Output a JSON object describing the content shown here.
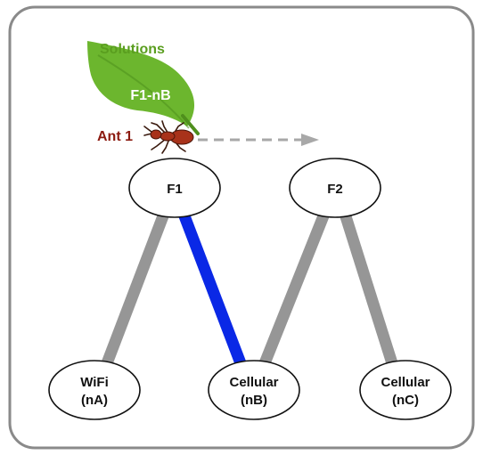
{
  "colors": {
    "frame_stroke": "#8a8a8a",
    "node_fill": "#ffffff",
    "node_stroke": "#111111",
    "link_gray": "#969696",
    "link_active": "#0a28e6",
    "leaf_green": "#6cb62e",
    "leaf_dark": "#4f8f1d",
    "solutions_text": "#5a9e1f",
    "ant_label": "#8b1a10",
    "arrow_dashed": "#a8a8a8",
    "ant_body": "#a8321a"
  },
  "labels": {
    "solutions": "Solutions",
    "leaf_text": "F1-nB",
    "ant": "Ant 1"
  },
  "nodes": {
    "f1": {
      "line1": "F1"
    },
    "f2": {
      "line1": "F2"
    },
    "na": {
      "line1": "WiFi",
      "line2": "(nA)"
    },
    "nb": {
      "line1": "Cellular",
      "line2": "(nB)"
    },
    "nc": {
      "line1": "Cellular",
      "line2": "(nC)"
    }
  },
  "links": [
    {
      "from": "f1",
      "to": "na",
      "active": false
    },
    {
      "from": "f1",
      "to": "nb",
      "active": true
    },
    {
      "from": "f2",
      "to": "nb",
      "active": false
    },
    {
      "from": "f2",
      "to": "nc",
      "active": false
    }
  ],
  "icons": {
    "ant": "ant-icon",
    "leaf": "leaf-icon",
    "arrow": "dashed-arrow-icon"
  }
}
